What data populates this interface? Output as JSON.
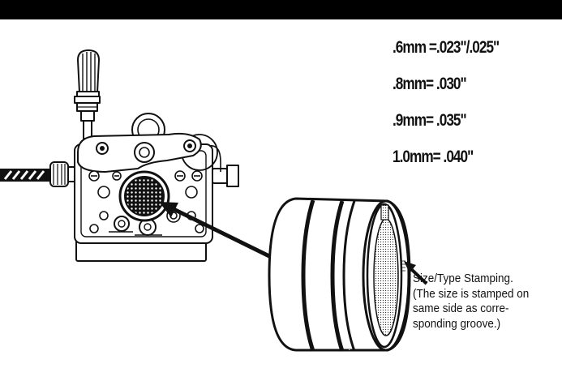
{
  "wire_sizes": [
    ".6mm =.023\"/.025\"",
    ".8mm= .030\"",
    ".9mm= .035\"",
    "1.0mm= .040\""
  ],
  "caption": {
    "lines": [
      "Size/Type Stamping.",
      "(The size is stamped on",
      "same side as corre-",
      "sponding groove.)"
    ]
  },
  "icons": [
    "wire-feeder-assembly",
    "drive-roll",
    "pointer-arrow"
  ]
}
